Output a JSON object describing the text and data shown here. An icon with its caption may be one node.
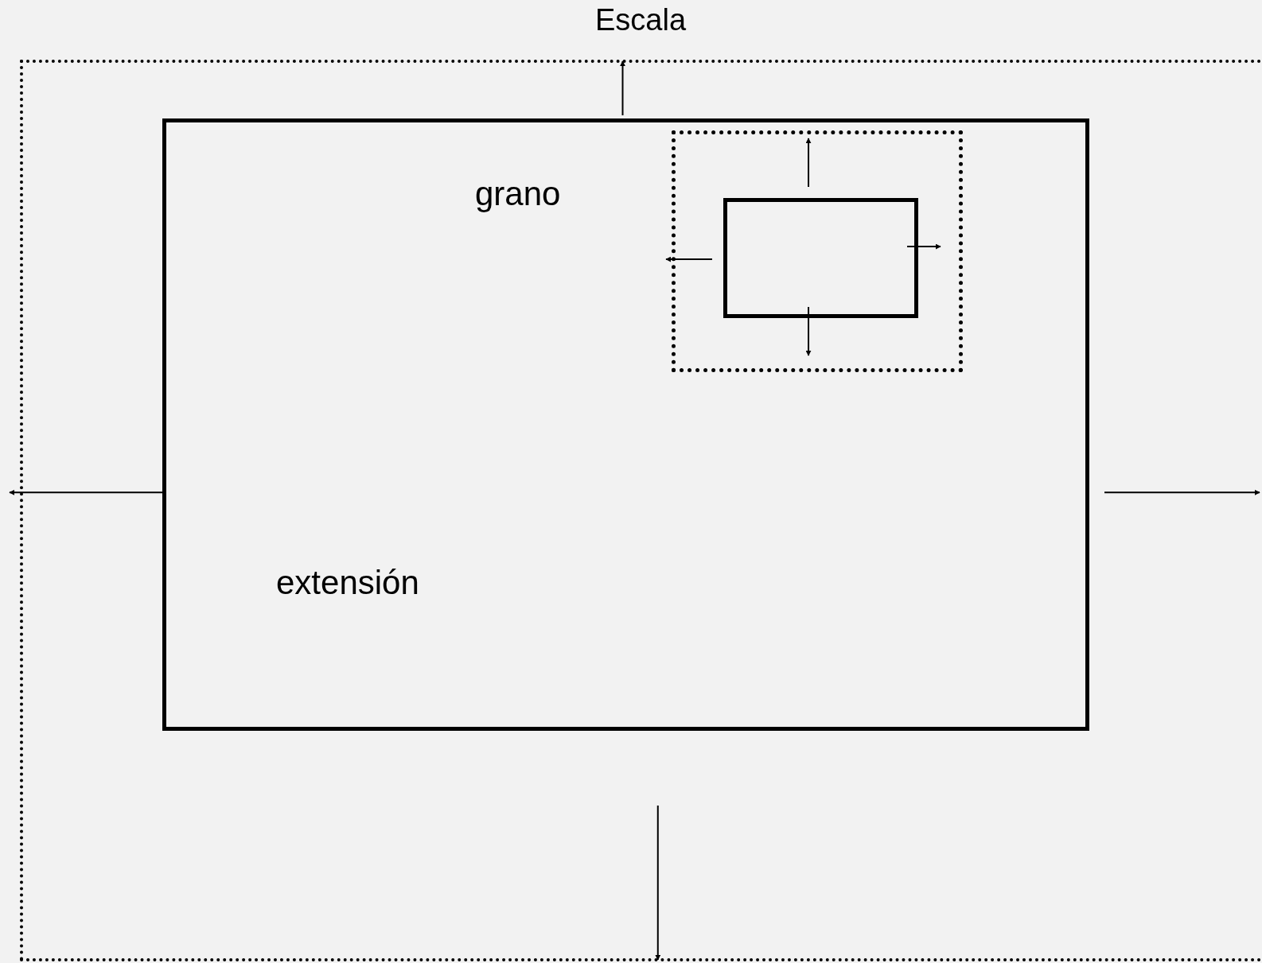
{
  "diagram": {
    "title": "Escala",
    "nodes": [
      {
        "text": [],
        "shape": "box"
      },
      {
        "text": [
          "extensión"
        ],
        "in": 0
      },
      {
        "text": [],
        "shape": "box",
        "in": 1
      },
      {
        "text": [],
        "shape": "box",
        "in": 2
      }
    ],
    "edges": [
      {
        "from": 3,
        "to": 2,
        "arrow": "to"
      },
      {
        "from": 3,
        "to": 2,
        "arrow": "to"
      },
      {
        "from": 3,
        "to": 2,
        "arrow": "to"
      },
      {
        "from": 3,
        "to": 2,
        "arrow": "to"
      },
      {
        "from": 1,
        "to": 0,
        "arrow": "to"
      },
      {
        "from": 1,
        "to": 0,
        "arrow": "to"
      },
      {
        "from": 1,
        "to": 0,
        "arrow": "to"
      },
      {
        "from": 1,
        "to": 0,
        "arrow": "to"
      }
    ],
    "labels": [
      "grano"
    ]
  }
}
